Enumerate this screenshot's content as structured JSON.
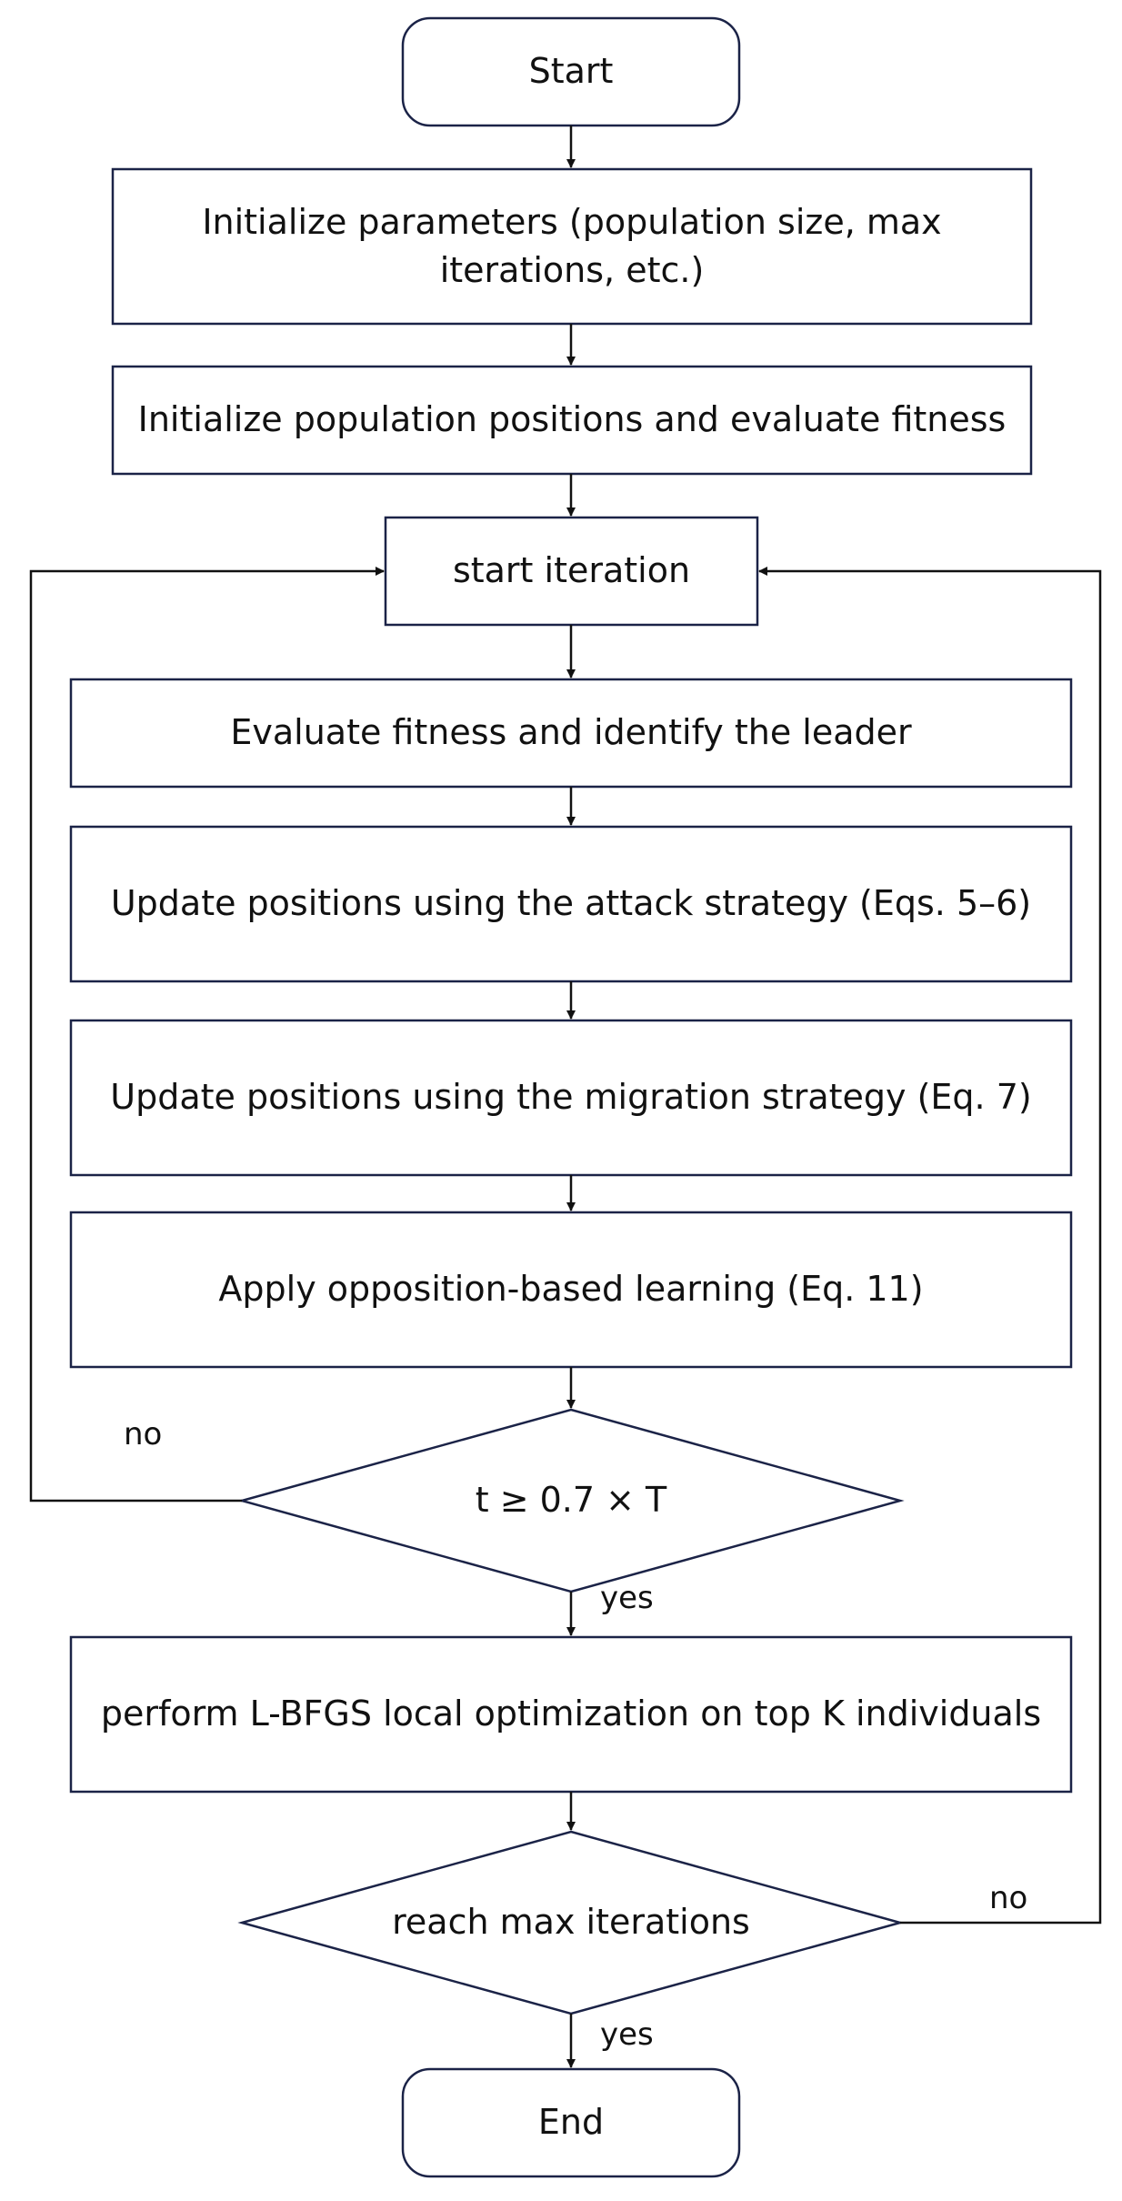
{
  "colors": {
    "shape_stroke": "#1b2347",
    "connector": "#111111",
    "text": "#111111",
    "background": "#ffffff"
  },
  "nodes": {
    "start": "Start",
    "init_params": "Initialize parameters (population size, max iterations, etc.)",
    "init_population": "Initialize population positions and evaluate fitness",
    "start_iteration": "start iteration",
    "evaluate_fitness": "Evaluate fitness and identify the leader",
    "attack_strategy": "Update positions using the attack strategy (Eqs. 5–6)",
    "migration_strategy": "Update positions using the migration strategy (Eq. 7)",
    "opposition_learning": "Apply opposition-based learning (Eq. 11)",
    "decision_threshold": "t ≥ 0.7 × T",
    "lbfgs": "perform L-BFGS local optimization on top K individuals",
    "decision_max_iter": "reach max iterations",
    "end": "End"
  },
  "edge_labels": {
    "threshold_no": "no",
    "threshold_yes": "yes",
    "max_iter_no": "no",
    "max_iter_yes": "yes"
  }
}
